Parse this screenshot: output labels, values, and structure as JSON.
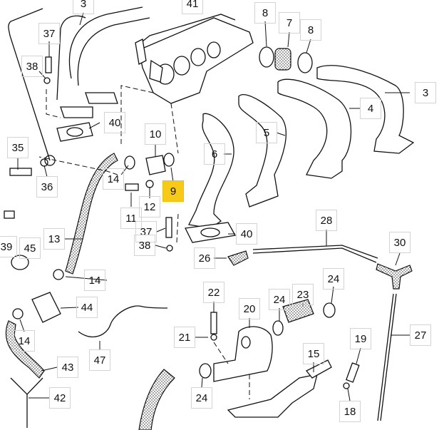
{
  "diagram": {
    "highlight_color": "#f7c919",
    "callouts": [
      "3",
      "41",
      "8",
      "7",
      "8",
      "37",
      "38",
      "3",
      "4",
      "5",
      "40",
      "10",
      "35",
      "6",
      "14",
      "36",
      "9",
      "12",
      "11",
      "39",
      "13",
      "37",
      "38",
      "40",
      "28",
      "45",
      "30",
      "26",
      "14",
      "24",
      "22",
      "24",
      "23",
      "20",
      "44",
      "14",
      "21",
      "27",
      "19",
      "47",
      "15",
      "43",
      "24",
      "18",
      "42"
    ],
    "highlighted_callout": "9"
  }
}
